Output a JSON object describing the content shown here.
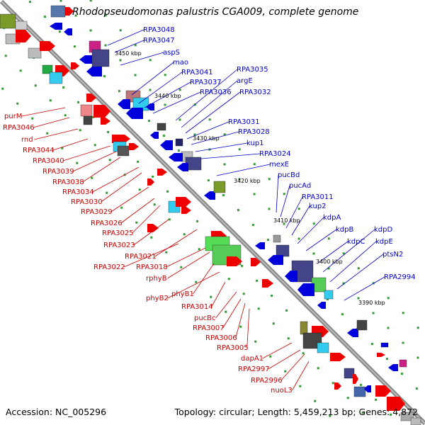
{
  "title": "Rhodopseudomonas palustris CGA009, complete genome",
  "accession": "Accession: NC_005296",
  "summary": "Topology: circular; Length: 5,459,213 bp; Genes: 4,872",
  "colors": {
    "forward_label": "#0000cc",
    "reverse_label": "#cc0000",
    "forward_gene": "#0000dd",
    "reverse_gene": "#ee0000",
    "backbone": "#888888",
    "tick": "#339933"
  },
  "scale_ticks": [
    "3450 kbp",
    "3440 kbp",
    "3430 kbp",
    "3420 kbp",
    "3410 kbp",
    "3400 kbp",
    "3390 kbp"
  ],
  "forward_labels": [
    "RPA3048",
    "RPA3047",
    "aspS",
    "mao",
    "RPA3041",
    "RPA3037",
    "RPA3036",
    "RPA3035",
    "argE",
    "RPA3032",
    "RPA3031",
    "RPA3028",
    "kup1",
    "RPA3024",
    "mexE",
    "pucBd",
    "pucAd",
    "RPA3011",
    "kup2",
    "kdpA",
    "kdpB",
    "kdpC",
    "kdpD",
    "kdpE",
    "ptsN2",
    "RPA2994"
  ],
  "reverse_labels": [
    "purM",
    "RPA3046",
    "rnd",
    "RPA3044",
    "RPA3040",
    "RPA3039",
    "RPA3038",
    "RPA3034",
    "RPA3030",
    "RPA3029",
    "RPA3026",
    "RPA3025",
    "RPA3023",
    "RPA3021",
    "RPA3022",
    "RPA3018",
    "rphyB",
    "phyB1",
    "phyB2",
    "RPA3014",
    "pucBc",
    "RPA3007",
    "RPA3006",
    "RPA3005",
    "dapA1",
    "RPA2997",
    "RPA2996",
    "nuoL3"
  ]
}
